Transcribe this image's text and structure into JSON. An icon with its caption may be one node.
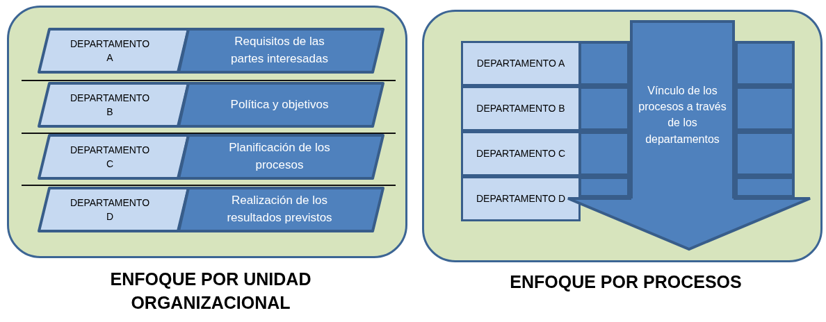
{
  "diagram": {
    "nodes": [
      {
        "text": [
          "ENFOQUE POR UNIDAD ORGANIZACIONAL"
        ]
      },
      {
        "text": [
          "DEPARTAMENTO A"
        ],
        "in": 0
      },
      {
        "text": [
          "Requisitos  de las partes interesadas"
        ],
        "in": 0
      },
      {
        "text": [
          "DEPARTAMENTO B"
        ],
        "in": 0
      },
      {
        "text": [
          "Política y objetivos"
        ],
        "in": 0
      },
      {
        "text": [
          "DEPARTAMENTO C"
        ],
        "in": 0
      },
      {
        "text": [
          "Planificación de los procesos"
        ],
        "in": 0
      },
      {
        "text": [
          "DEPARTAMENTO D"
        ],
        "in": 0
      },
      {
        "text": [
          "Realización de los resultados previstos"
        ],
        "in": 0
      },
      {
        "text": [
          "ENFOQUE POR PROCESOS"
        ]
      },
      {
        "text": [
          "DEPARTAMENTO A"
        ],
        "in": 9
      },
      {
        "text": [],
        "shape": "box",
        "in": 9
      },
      {
        "text": [],
        "shape": "box",
        "in": 9
      },
      {
        "text": [
          "DEPARTAMENTO B"
        ],
        "in": 9
      },
      {
        "text": [],
        "shape": "box",
        "in": 9
      },
      {
        "text": [],
        "shape": "box",
        "in": 9
      },
      {
        "text": [
          "DEPARTAMENTO C"
        ],
        "in": 9
      },
      {
        "text": [],
        "shape": "box",
        "in": 9
      },
      {
        "text": [],
        "shape": "box",
        "in": 9
      },
      {
        "text": [
          "DEPARTAMENTO D"
        ],
        "in": 9
      },
      {
        "text": [],
        "shape": "box",
        "in": 9
      },
      {
        "text": [],
        "shape": "box",
        "in": 9
      },
      {
        "text": [
          "Vínculo de los procesos a través de los departamentos"
        ],
        "in": 9
      }
    ],
    "edges": []
  }
}
